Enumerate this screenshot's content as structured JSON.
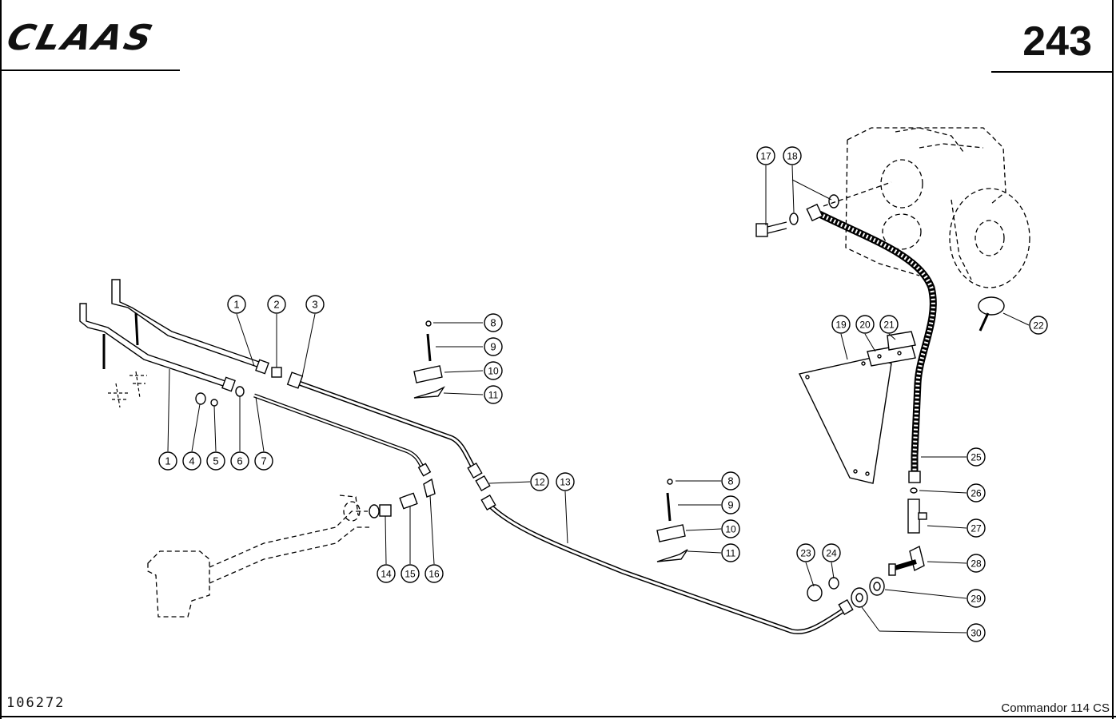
{
  "header": {
    "brand": "CLAAS",
    "page_number": "243"
  },
  "footer": {
    "drawing_number": "106272",
    "model": "Commandor 114 CS"
  },
  "callouts": [
    {
      "label": "1"
    },
    {
      "label": "2"
    },
    {
      "label": "3"
    },
    {
      "label": "1"
    },
    {
      "label": "4"
    },
    {
      "label": "5"
    },
    {
      "label": "6"
    },
    {
      "label": "7"
    },
    {
      "label": "8"
    },
    {
      "label": "9"
    },
    {
      "label": "10"
    },
    {
      "label": "11"
    },
    {
      "label": "12"
    },
    {
      "label": "13"
    },
    {
      "label": "14"
    },
    {
      "label": "15"
    },
    {
      "label": "16"
    },
    {
      "label": "8"
    },
    {
      "label": "9"
    },
    {
      "label": "10"
    },
    {
      "label": "11"
    },
    {
      "label": "17"
    },
    {
      "label": "18"
    },
    {
      "label": "19"
    },
    {
      "label": "20"
    },
    {
      "label": "21"
    },
    {
      "label": "22"
    },
    {
      "label": "23"
    },
    {
      "label": "24"
    },
    {
      "label": "25"
    },
    {
      "label": "26"
    },
    {
      "label": "27"
    },
    {
      "label": "28"
    },
    {
      "label": "29"
    },
    {
      "label": "30"
    }
  ]
}
